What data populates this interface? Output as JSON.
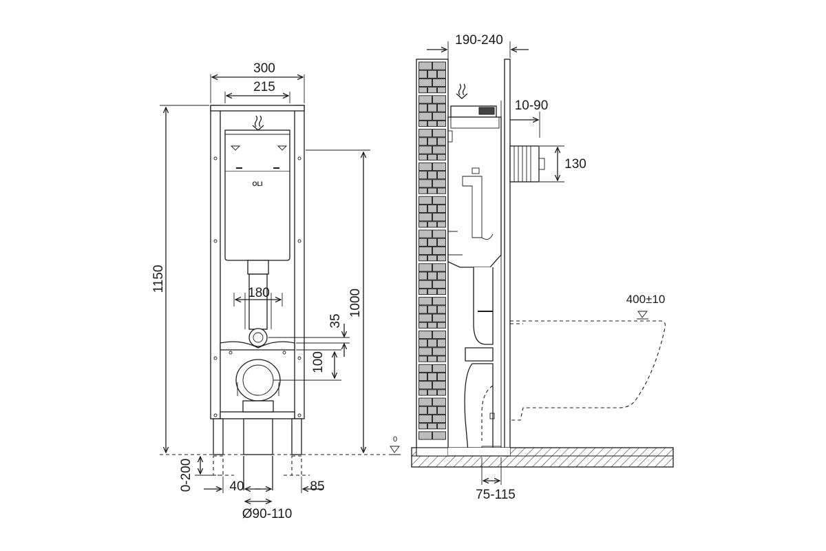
{
  "front_view": {
    "width_outer": "300",
    "width_inner": "215",
    "height_total": "1150",
    "height_flush": "1000",
    "outlet_spacing": "180",
    "inlet_offset": "35",
    "drain_offset": "100",
    "leg_adjust": "0-200",
    "leg_offset_left": "40",
    "leg_offset_right": "85",
    "pipe_diameter": "Ø90-110",
    "brand_logo": "OLI"
  },
  "side_view": {
    "wall_depth": "190-240",
    "inlet_depth": "10-90",
    "flush_plate_height": "130",
    "seat_height": "400±10",
    "floor_offset": "75-115",
    "floor_level": "0"
  }
}
